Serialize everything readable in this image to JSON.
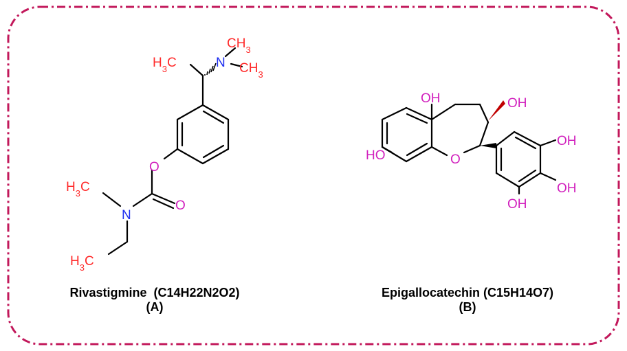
{
  "colors": {
    "border": "#c2185b",
    "bond": "#000000",
    "carbon_group": "#ff2a2a",
    "nitrogen": "#1f2ff0",
    "oxygen": "#d11fbd"
  },
  "molecule_a": {
    "labels": {
      "h3c_top": "H3C",
      "ch3_top": "CH3",
      "n_top": "N",
      "ch3_right": "CH3",
      "o_ester": "O",
      "o_carbonyl": "O",
      "n_carbamate": "N",
      "h3c_nme": "H3C",
      "h3c_ethyl": "H3C"
    },
    "caption": {
      "name": "Rivastigmine  (C14H22N2O2)",
      "letter": "(A)"
    }
  },
  "molecule_b": {
    "labels": {
      "oh_5": "OH",
      "oh_3": "OH",
      "ho_7": "HO",
      "o_ring": "O",
      "oh_3p": "OH",
      "oh_4p": "OH",
      "oh_5p": "OH"
    },
    "caption": {
      "name": "Epigallocatechin (C15H14O7)",
      "letter": "(B)"
    }
  }
}
